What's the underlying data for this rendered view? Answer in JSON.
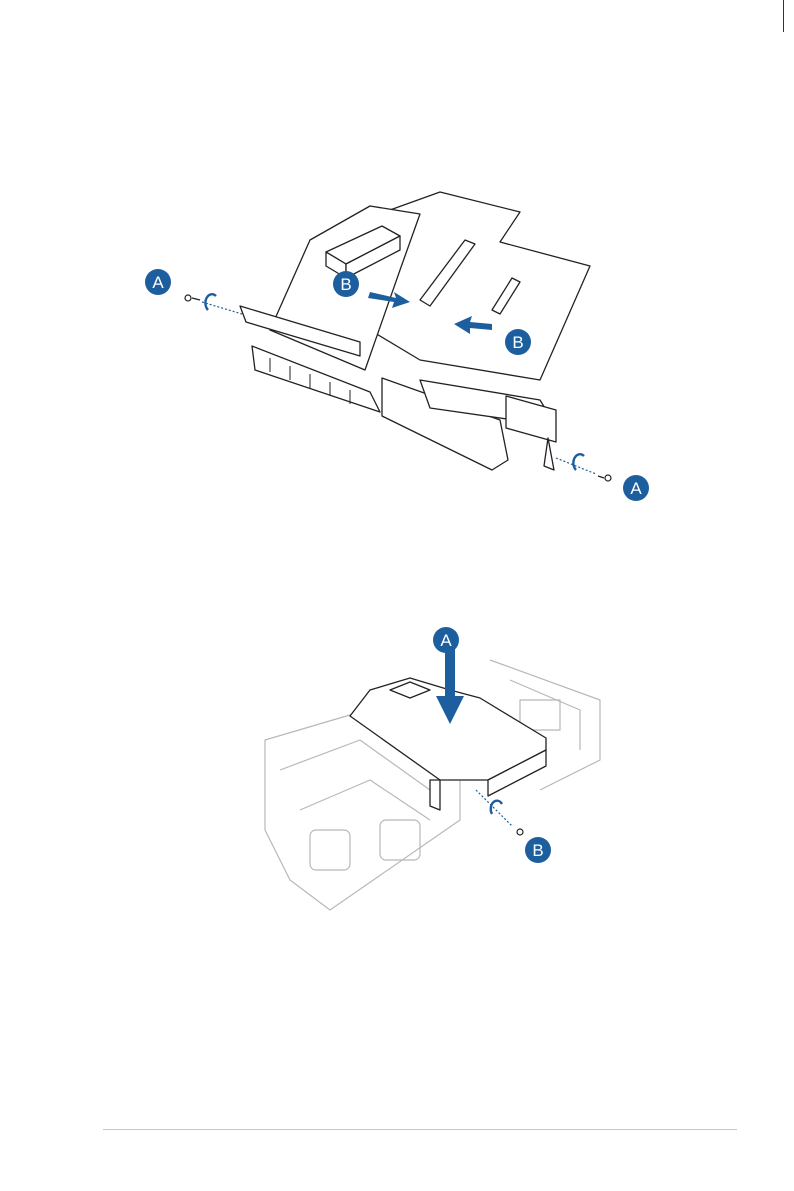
{
  "figure_top": {
    "callouts": [
      "A",
      "B",
      "B",
      "A"
    ]
  },
  "figure_bottom": {
    "callouts": [
      "A",
      "B"
    ]
  },
  "colors": {
    "callout": "#1d5f9e",
    "line": "#222222",
    "light_line": "#b8b8b8"
  }
}
